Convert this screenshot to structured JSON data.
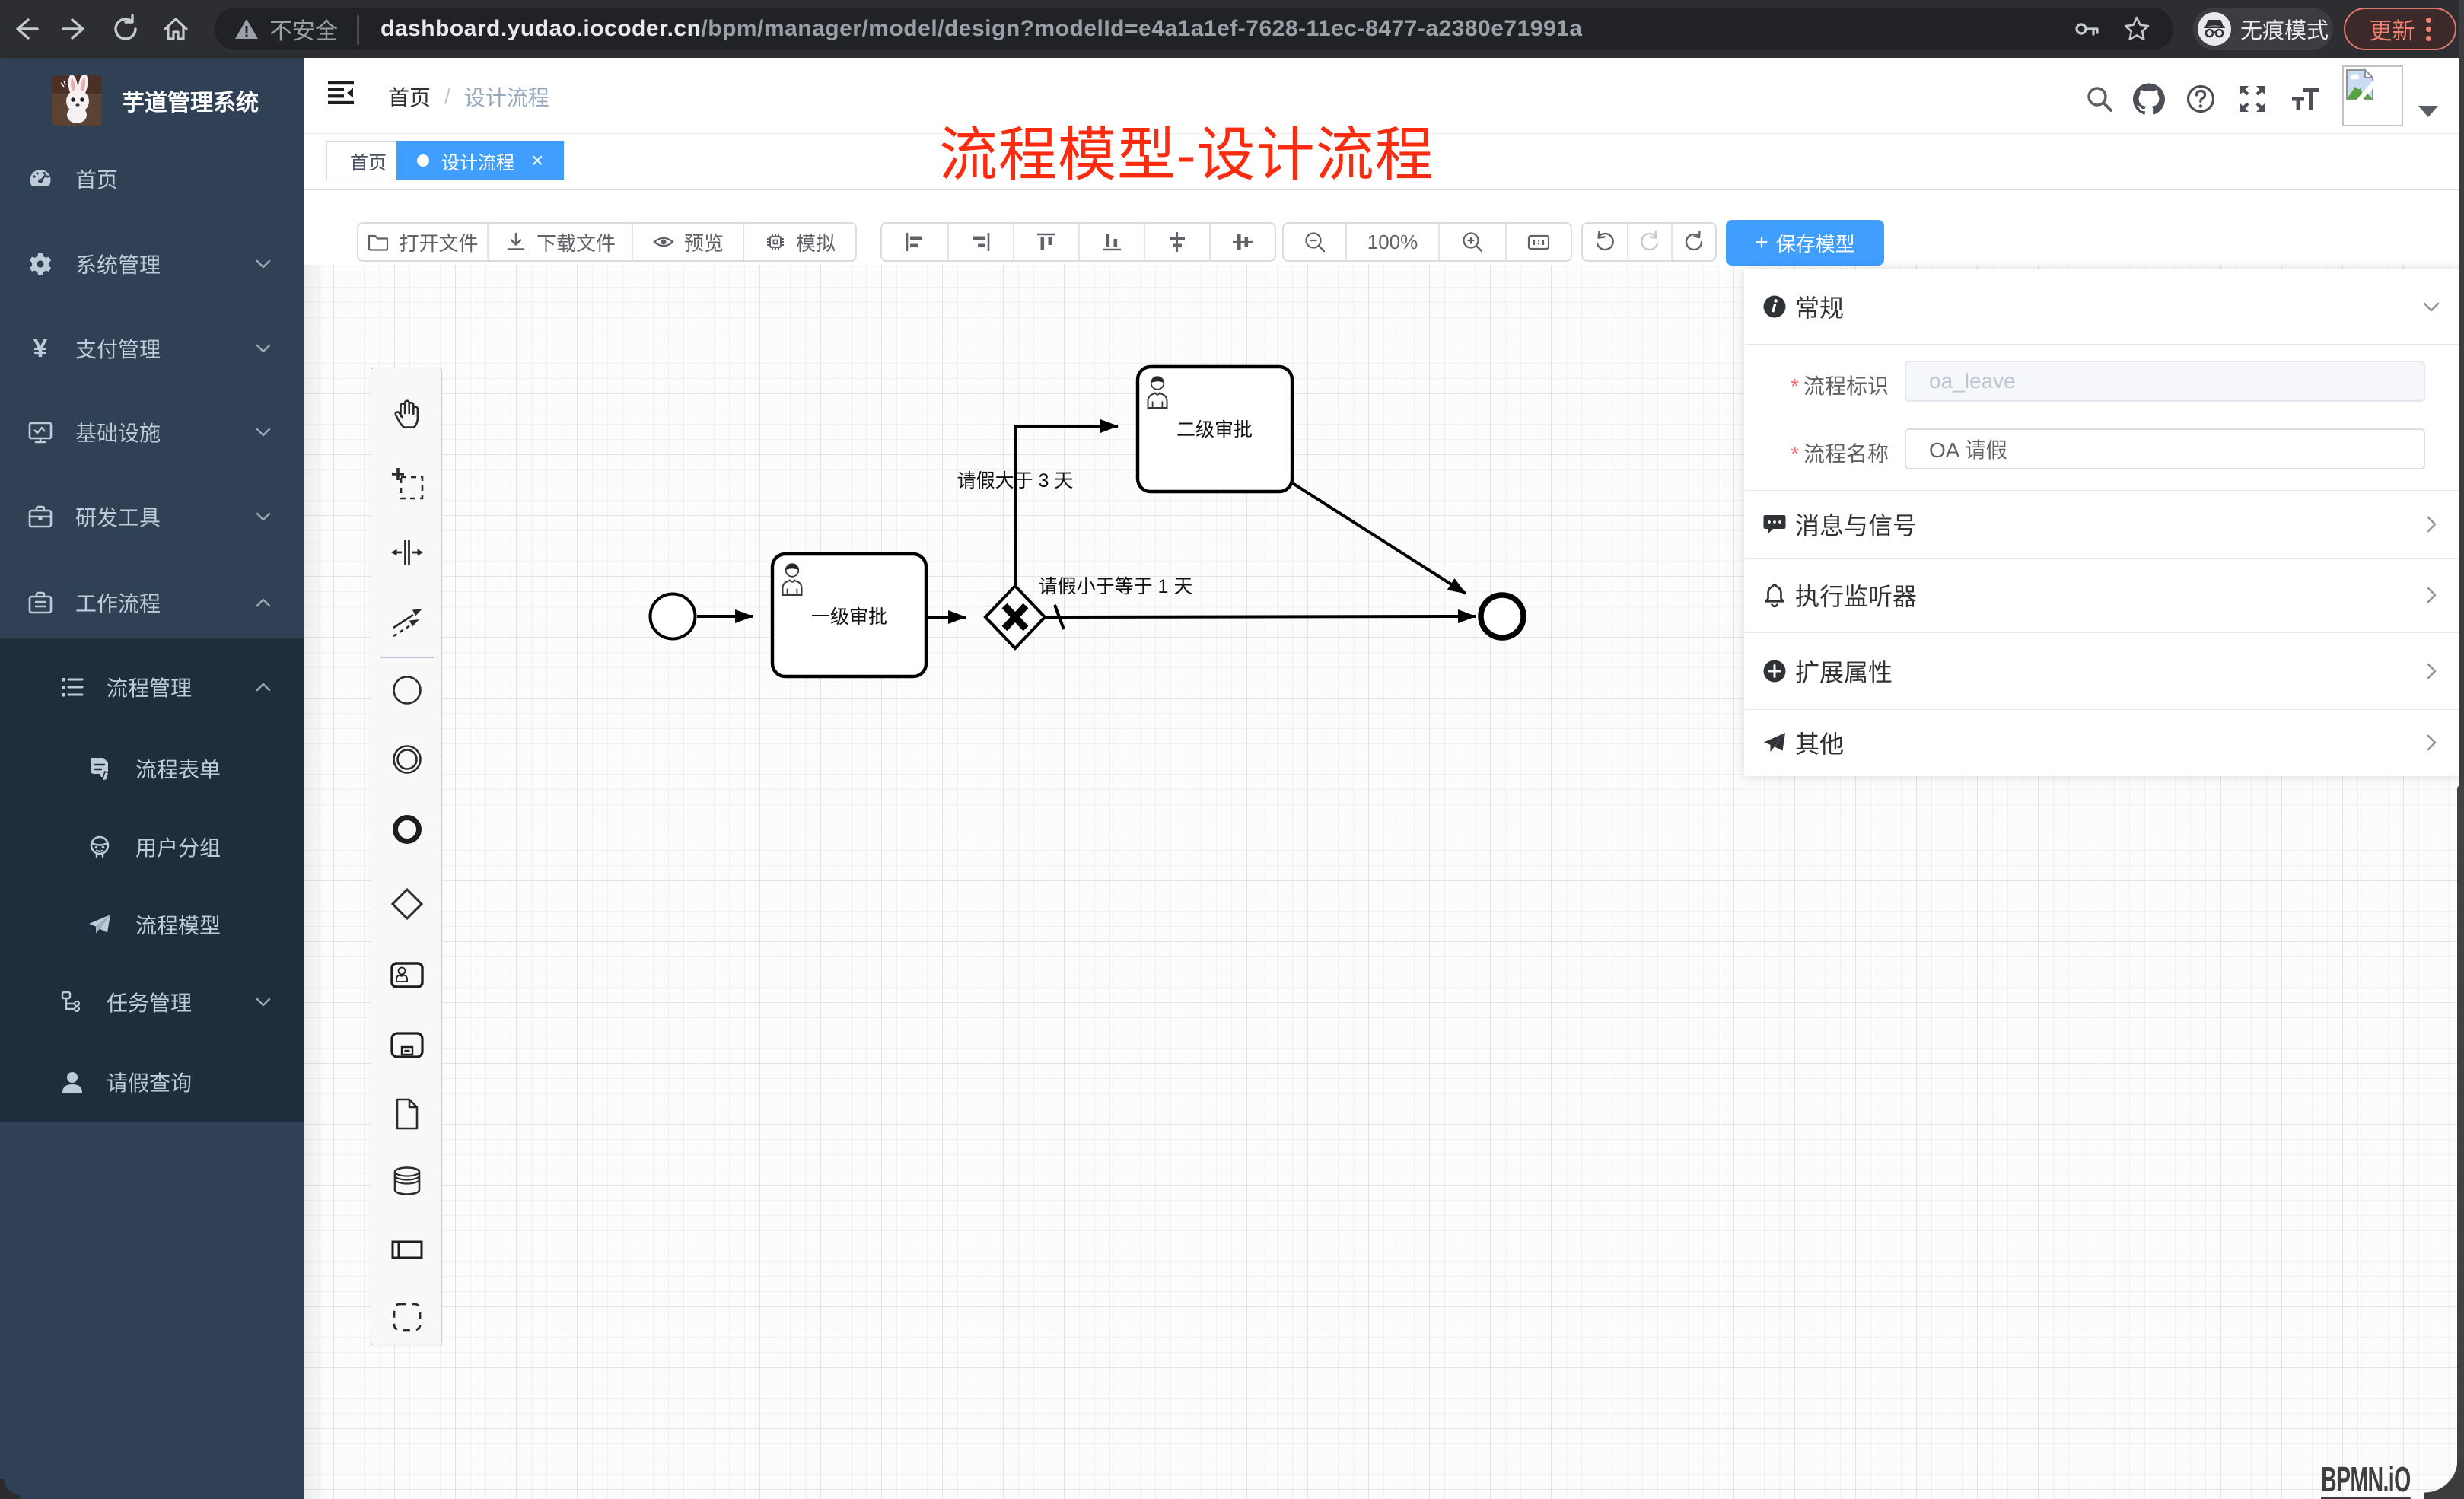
{
  "browser": {
    "security_label": "不安全",
    "url_domain": "dashboard.yudao.iocoder.cn",
    "url_path": "/bpm/manager/model/design?modelId=e4a1a1ef-7628-11ec-8477-a2380e71991a",
    "incognito_label": "无痕模式",
    "update_label": "更新"
  },
  "sidebar": {
    "title": "芋道管理系统",
    "items": [
      {
        "label": "首页",
        "icon": "dashboard-icon"
      },
      {
        "label": "系统管理",
        "icon": "gear-icon",
        "chevron": "down"
      },
      {
        "label": "支付管理",
        "icon": "yen-icon",
        "chevron": "down"
      },
      {
        "label": "基础设施",
        "icon": "monitor-icon",
        "chevron": "down"
      },
      {
        "label": "研发工具",
        "icon": "briefcase-icon",
        "chevron": "down"
      },
      {
        "label": "工作流程",
        "icon": "suitcase-icon",
        "chevron": "up"
      }
    ],
    "workflow_children": [
      {
        "label": "流程管理",
        "icon": "list-icon",
        "chevron": "up"
      },
      {
        "label": "流程表单",
        "icon": "form-icon"
      },
      {
        "label": "用户分组",
        "icon": "group-icon"
      },
      {
        "label": "流程模型",
        "icon": "plane-icon"
      },
      {
        "label": "任务管理",
        "icon": "tree-icon",
        "chevron": "down"
      },
      {
        "label": "请假查询",
        "icon": "user-icon"
      }
    ]
  },
  "navbar": {
    "breadcrumb_home": "首页",
    "breadcrumb_sep": "/",
    "breadcrumb_current": "设计流程",
    "annotation": "流程模型-设计流程"
  },
  "tags": {
    "home": "首页",
    "active": "设计流程",
    "close": "×"
  },
  "toolbar": {
    "open_label": "打开文件",
    "download_label": "下载文件",
    "preview_label": "预览",
    "simulate_label": "模拟",
    "zoom_value": "100%",
    "save_label": "保存模型",
    "save_plus": "+"
  },
  "panel": {
    "general_title": "常规",
    "field_key_label": "流程标识",
    "field_key_required": "*",
    "field_key_placeholder": "oa_leave",
    "field_name_label": "流程名称",
    "field_name_required": "*",
    "field_name_value": "OA 请假",
    "sections": [
      {
        "label": "消息与信号",
        "icon": "comment-icon"
      },
      {
        "label": "执行监听器",
        "icon": "bell-icon"
      },
      {
        "label": "扩展属性",
        "icon": "plus-circle-icon"
      },
      {
        "label": "其他",
        "icon": "send-icon"
      }
    ]
  },
  "bpmn": {
    "task1_label": "一级审批",
    "task2_label": "二级审批",
    "flow_label_gt": "请假大于 3 天",
    "flow_label_le": "请假小于等于 1 天",
    "watermark": "BPMN.iO"
  },
  "colors": {
    "accent_blue": "#409eff",
    "sidebar_bg": "#304156",
    "sidebar_sub_bg": "#1f2d3d",
    "annotation_red": "#fa2b0f"
  }
}
